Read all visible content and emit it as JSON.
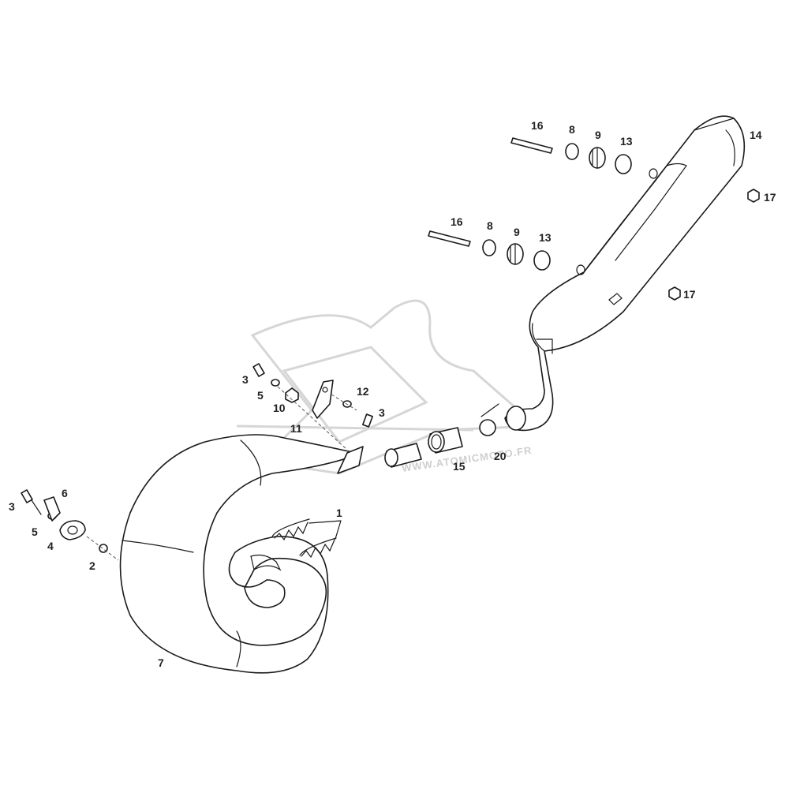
{
  "watermark": {
    "text": "WWW.ATOMICMOTO.FR"
  },
  "callouts": {
    "c1": "1",
    "c2": "2",
    "c3a": "3",
    "c3b": "3",
    "c3c": "3",
    "c4": "4",
    "c5a": "5",
    "c5b": "5",
    "c6": "6",
    "c7": "7",
    "c8a": "8",
    "c8b": "8",
    "c9a": "9",
    "c9b": "9",
    "c10": "10",
    "c11": "11",
    "c12": "12",
    "c13a": "13",
    "c13b": "13",
    "c14": "14",
    "c15": "15",
    "c16a": "16",
    "c16b": "16",
    "c17a": "17",
    "c17b": "17",
    "c20": "20"
  }
}
